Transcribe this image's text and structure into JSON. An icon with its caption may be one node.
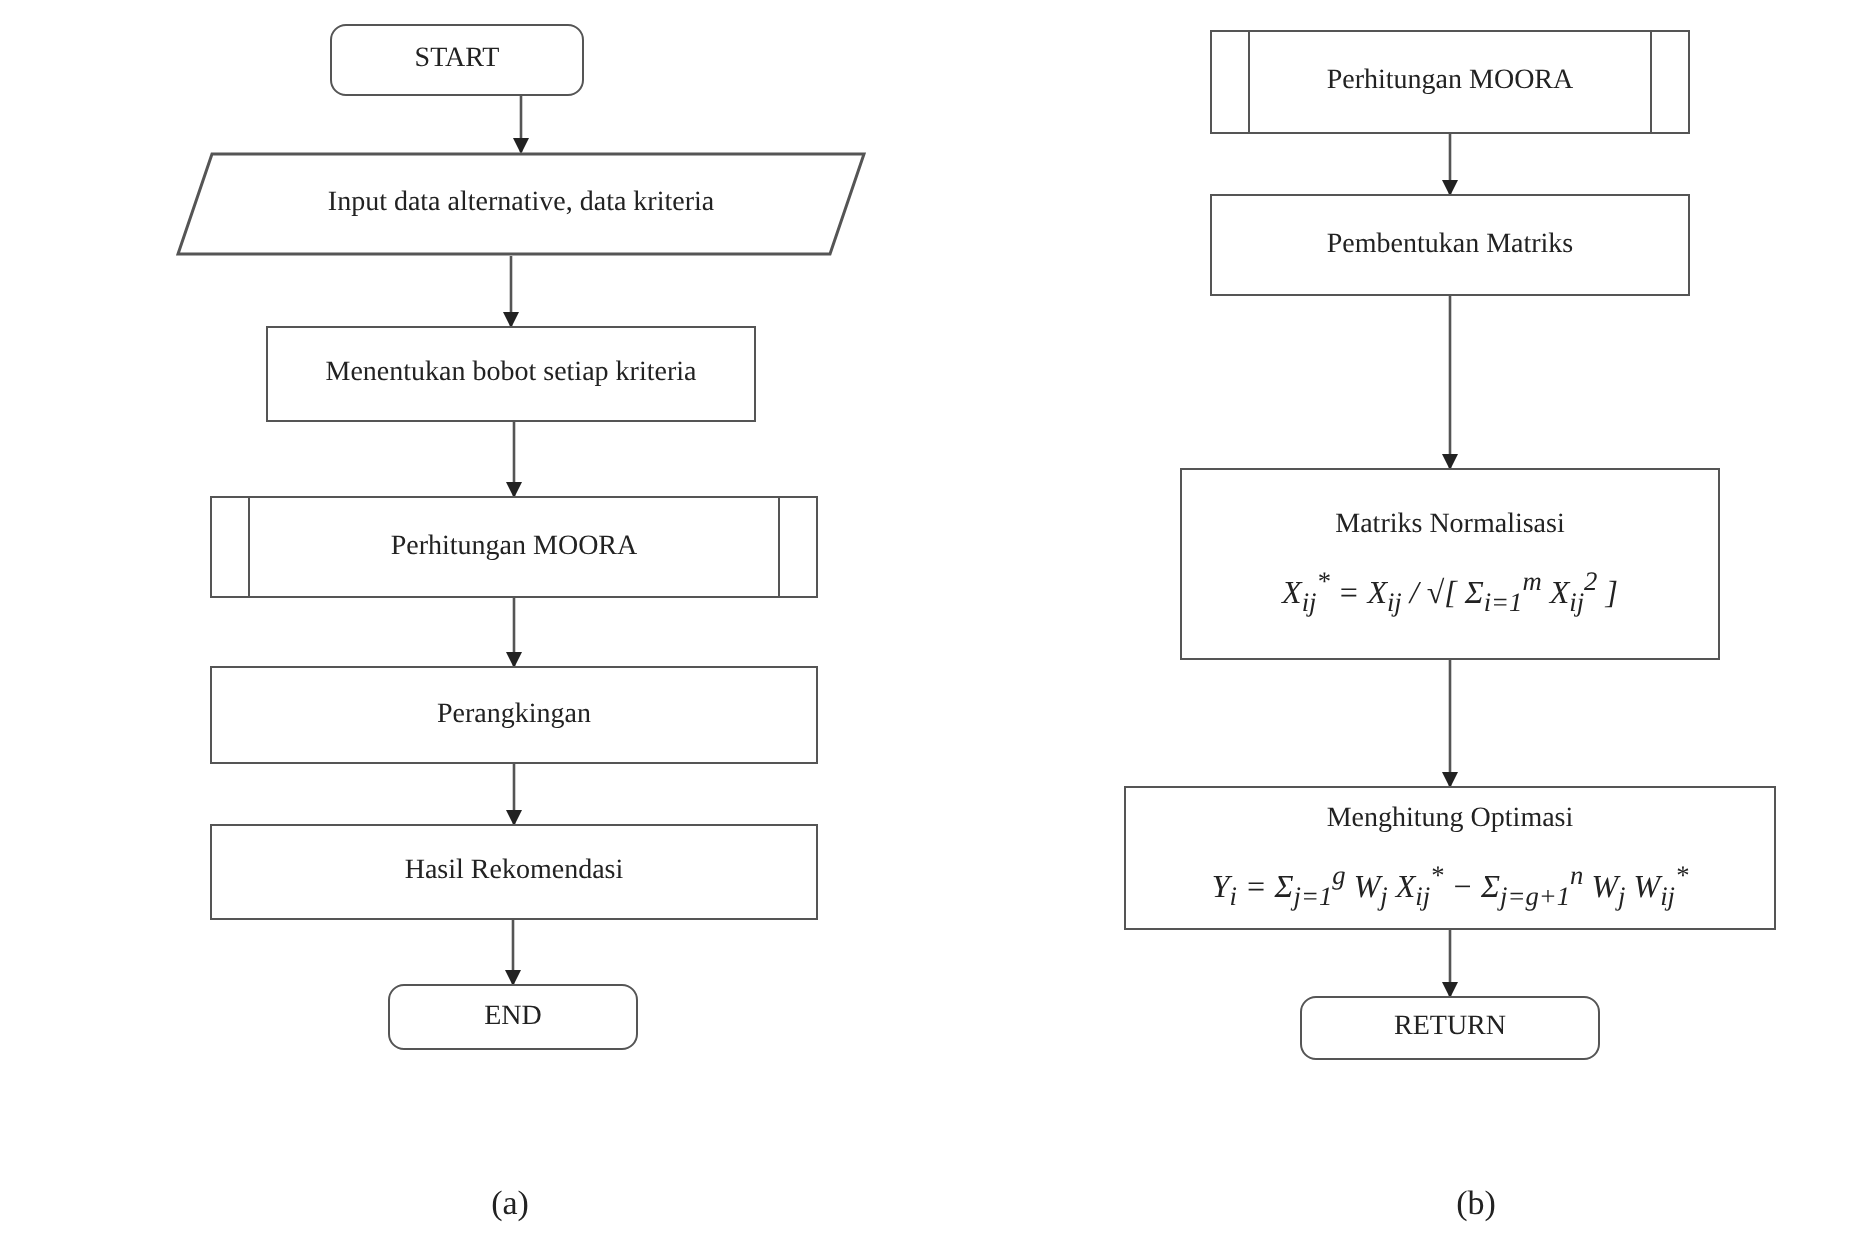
{
  "diagram": {
    "nodes": [
      {
        "text": [
          "START"
        ]
      },
      {
        "text": [
          "Input data alternative, data kriteria"
        ]
      },
      {
        "text": [
          "Menentukan bobot setiap kriteria"
        ]
      },
      {
        "text": [
          "Perhitungan MOORA"
        ]
      },
      {
        "text": [
          "Perangkingan"
        ]
      },
      {
        "text": [
          "Hasil Rekomendasi"
        ]
      },
      {
        "text": [
          "END"
        ]
      },
      {
        "text": [
          "Perhitungan MOORA"
        ]
      },
      {
        "text": [
          "Pembentukan Matriks"
        ]
      },
      {
        "text": [
          "Matriks Normalisasi",
          "X$_{ij}$$^{*}$ = X$_{ij}$ / √[ Σ$_{i=1}$$^{m}$ X$_{ij}$$^{2}$ ]"
        ]
      },
      {
        "text": [
          "Menghitung Optimasi",
          "Y$_{i}$ = Σ$_{j=1}$$^{g}$ W$_{j}$ X$_{ij}$$^{*}$ − Σ$_{j=g+1}$$^{n}$ W$_{j}$ W$_{ij}$$^{*}$"
        ]
      },
      {
        "text": [
          "RETURN"
        ]
      }
    ],
    "edges": [
      {
        "from": 0,
        "to": 1,
        "arrow": "to"
      },
      {
        "from": 1,
        "to": 2,
        "arrow": "to"
      },
      {
        "from": 2,
        "to": 3,
        "arrow": "to"
      },
      {
        "from": 3,
        "to": 4,
        "arrow": "to"
      },
      {
        "from": 4,
        "to": 5,
        "arrow": "to"
      },
      {
        "from": 5,
        "to": 6,
        "arrow": "to"
      },
      {
        "from": 7,
        "to": 8,
        "arrow": "to"
      },
      {
        "from": 8,
        "to": 9,
        "arrow": "to"
      },
      {
        "from": 9,
        "to": 10,
        "arrow": "to"
      },
      {
        "from": 10,
        "to": 11,
        "arrow": "to"
      }
    ],
    "labels": [
      "(a)",
      "(b)"
    ]
  }
}
